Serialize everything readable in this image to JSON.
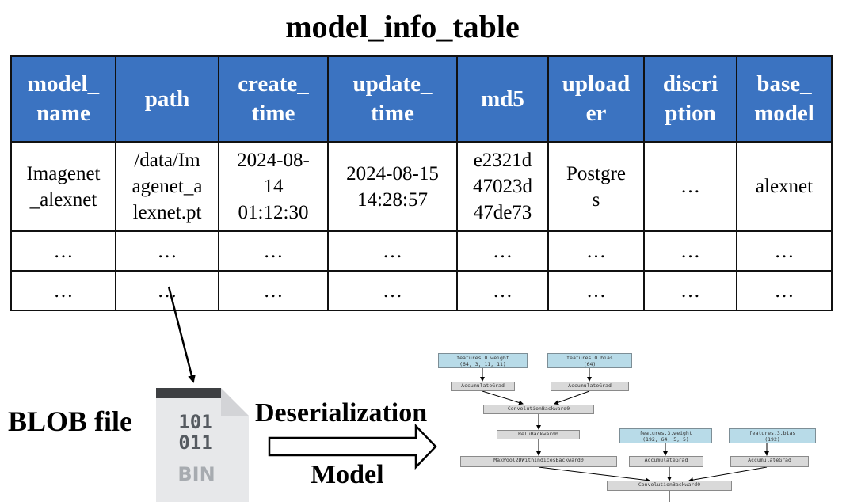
{
  "title": "model_info_table",
  "table": {
    "headers": [
      [
        "model_",
        "name"
      ],
      [
        "path"
      ],
      [
        "create_",
        "time"
      ],
      [
        "update_",
        "time"
      ],
      [
        "md5"
      ],
      [
        "upload",
        "er"
      ],
      [
        "discri",
        "ption"
      ],
      [
        "base_",
        "model"
      ]
    ],
    "rows": [
      [
        [
          "Imagenet",
          "_alexnet"
        ],
        [
          "/data/Im",
          "agenet_a",
          "lexnet.pt"
        ],
        [
          "2024-08-",
          "14",
          "01:12:30"
        ],
        [
          "2024-08-15",
          "14:28:57"
        ],
        [
          "e2321d",
          "47023d",
          "47de73"
        ],
        [
          "Postgre",
          "s"
        ],
        [
          "…"
        ],
        [
          "alexnet"
        ]
      ],
      [
        [
          "…"
        ],
        [
          "…"
        ],
        [
          "…"
        ],
        [
          "…"
        ],
        [
          "…"
        ],
        [
          "…"
        ],
        [
          "…"
        ],
        [
          "…"
        ]
      ],
      [
        [
          "…"
        ],
        [
          "…"
        ],
        [
          "…"
        ],
        [
          "…"
        ],
        [
          "…"
        ],
        [
          "…"
        ],
        [
          "…"
        ],
        [
          "…"
        ]
      ]
    ]
  },
  "blob_label": "BLOB file",
  "bin_icon": {
    "icon": "binary-file-icon",
    "bits_line1": "101",
    "bits_line2": "011",
    "label": "BIN"
  },
  "deserialization_label": "Deserialization",
  "model_label": "Model",
  "graph": {
    "nodes": {
      "p0w": [
        "features.0.weight",
        "(64, 3, 11, 11)"
      ],
      "p0b": [
        "features.0.bias",
        "(64)"
      ],
      "acc1": [
        "AccumulateGrad"
      ],
      "acc2": [
        "AccumulateGrad"
      ],
      "conv1": [
        "ConvolutionBackward0"
      ],
      "relu": [
        "ReluBackward0"
      ],
      "pool": [
        "MaxPool2DWithIndicesBackward0"
      ],
      "p3w": [
        "features.3.weight",
        "(192, 64, 5, 5)"
      ],
      "p3b": [
        "features.3.bias",
        "(192)"
      ],
      "acc3": [
        "AccumulateGrad"
      ],
      "acc4": [
        "AccumulateGrad"
      ],
      "conv2": [
        "ConvolutionBackward0"
      ]
    }
  }
}
